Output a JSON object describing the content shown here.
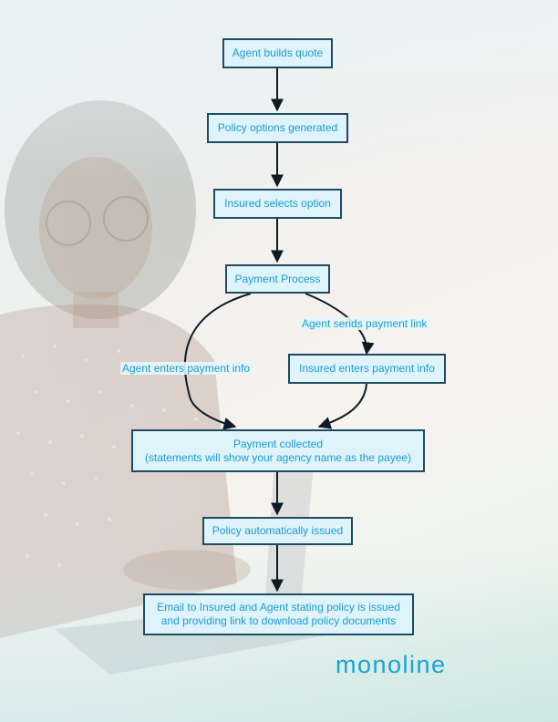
{
  "nodes": {
    "agent_builds_quote": "Agent builds quote",
    "policy_options_generated": "Policy options generated",
    "insured_selects_option": "Insured selects option",
    "payment_process": "Payment Process",
    "insured_enters_payment_info": "Insured enters payment info",
    "payment_collected_line1": "Payment collected",
    "payment_collected_line2": "(statements will show your agency name as the payee)",
    "policy_automatically_issued": "Policy automatically issued",
    "email_line1": "Email to Insured and Agent stating policy is issued",
    "email_line2": "and providing link to download policy documents"
  },
  "edge_labels": {
    "agent_sends_payment_link": "Agent sends payment link",
    "agent_enters_payment_info": "Agent enters payment info"
  },
  "brand": {
    "logo_text": "monoline"
  },
  "colors": {
    "node_fill": "#dff3fb",
    "node_border": "#1f4b63",
    "text_accent": "#1a9bd2"
  }
}
